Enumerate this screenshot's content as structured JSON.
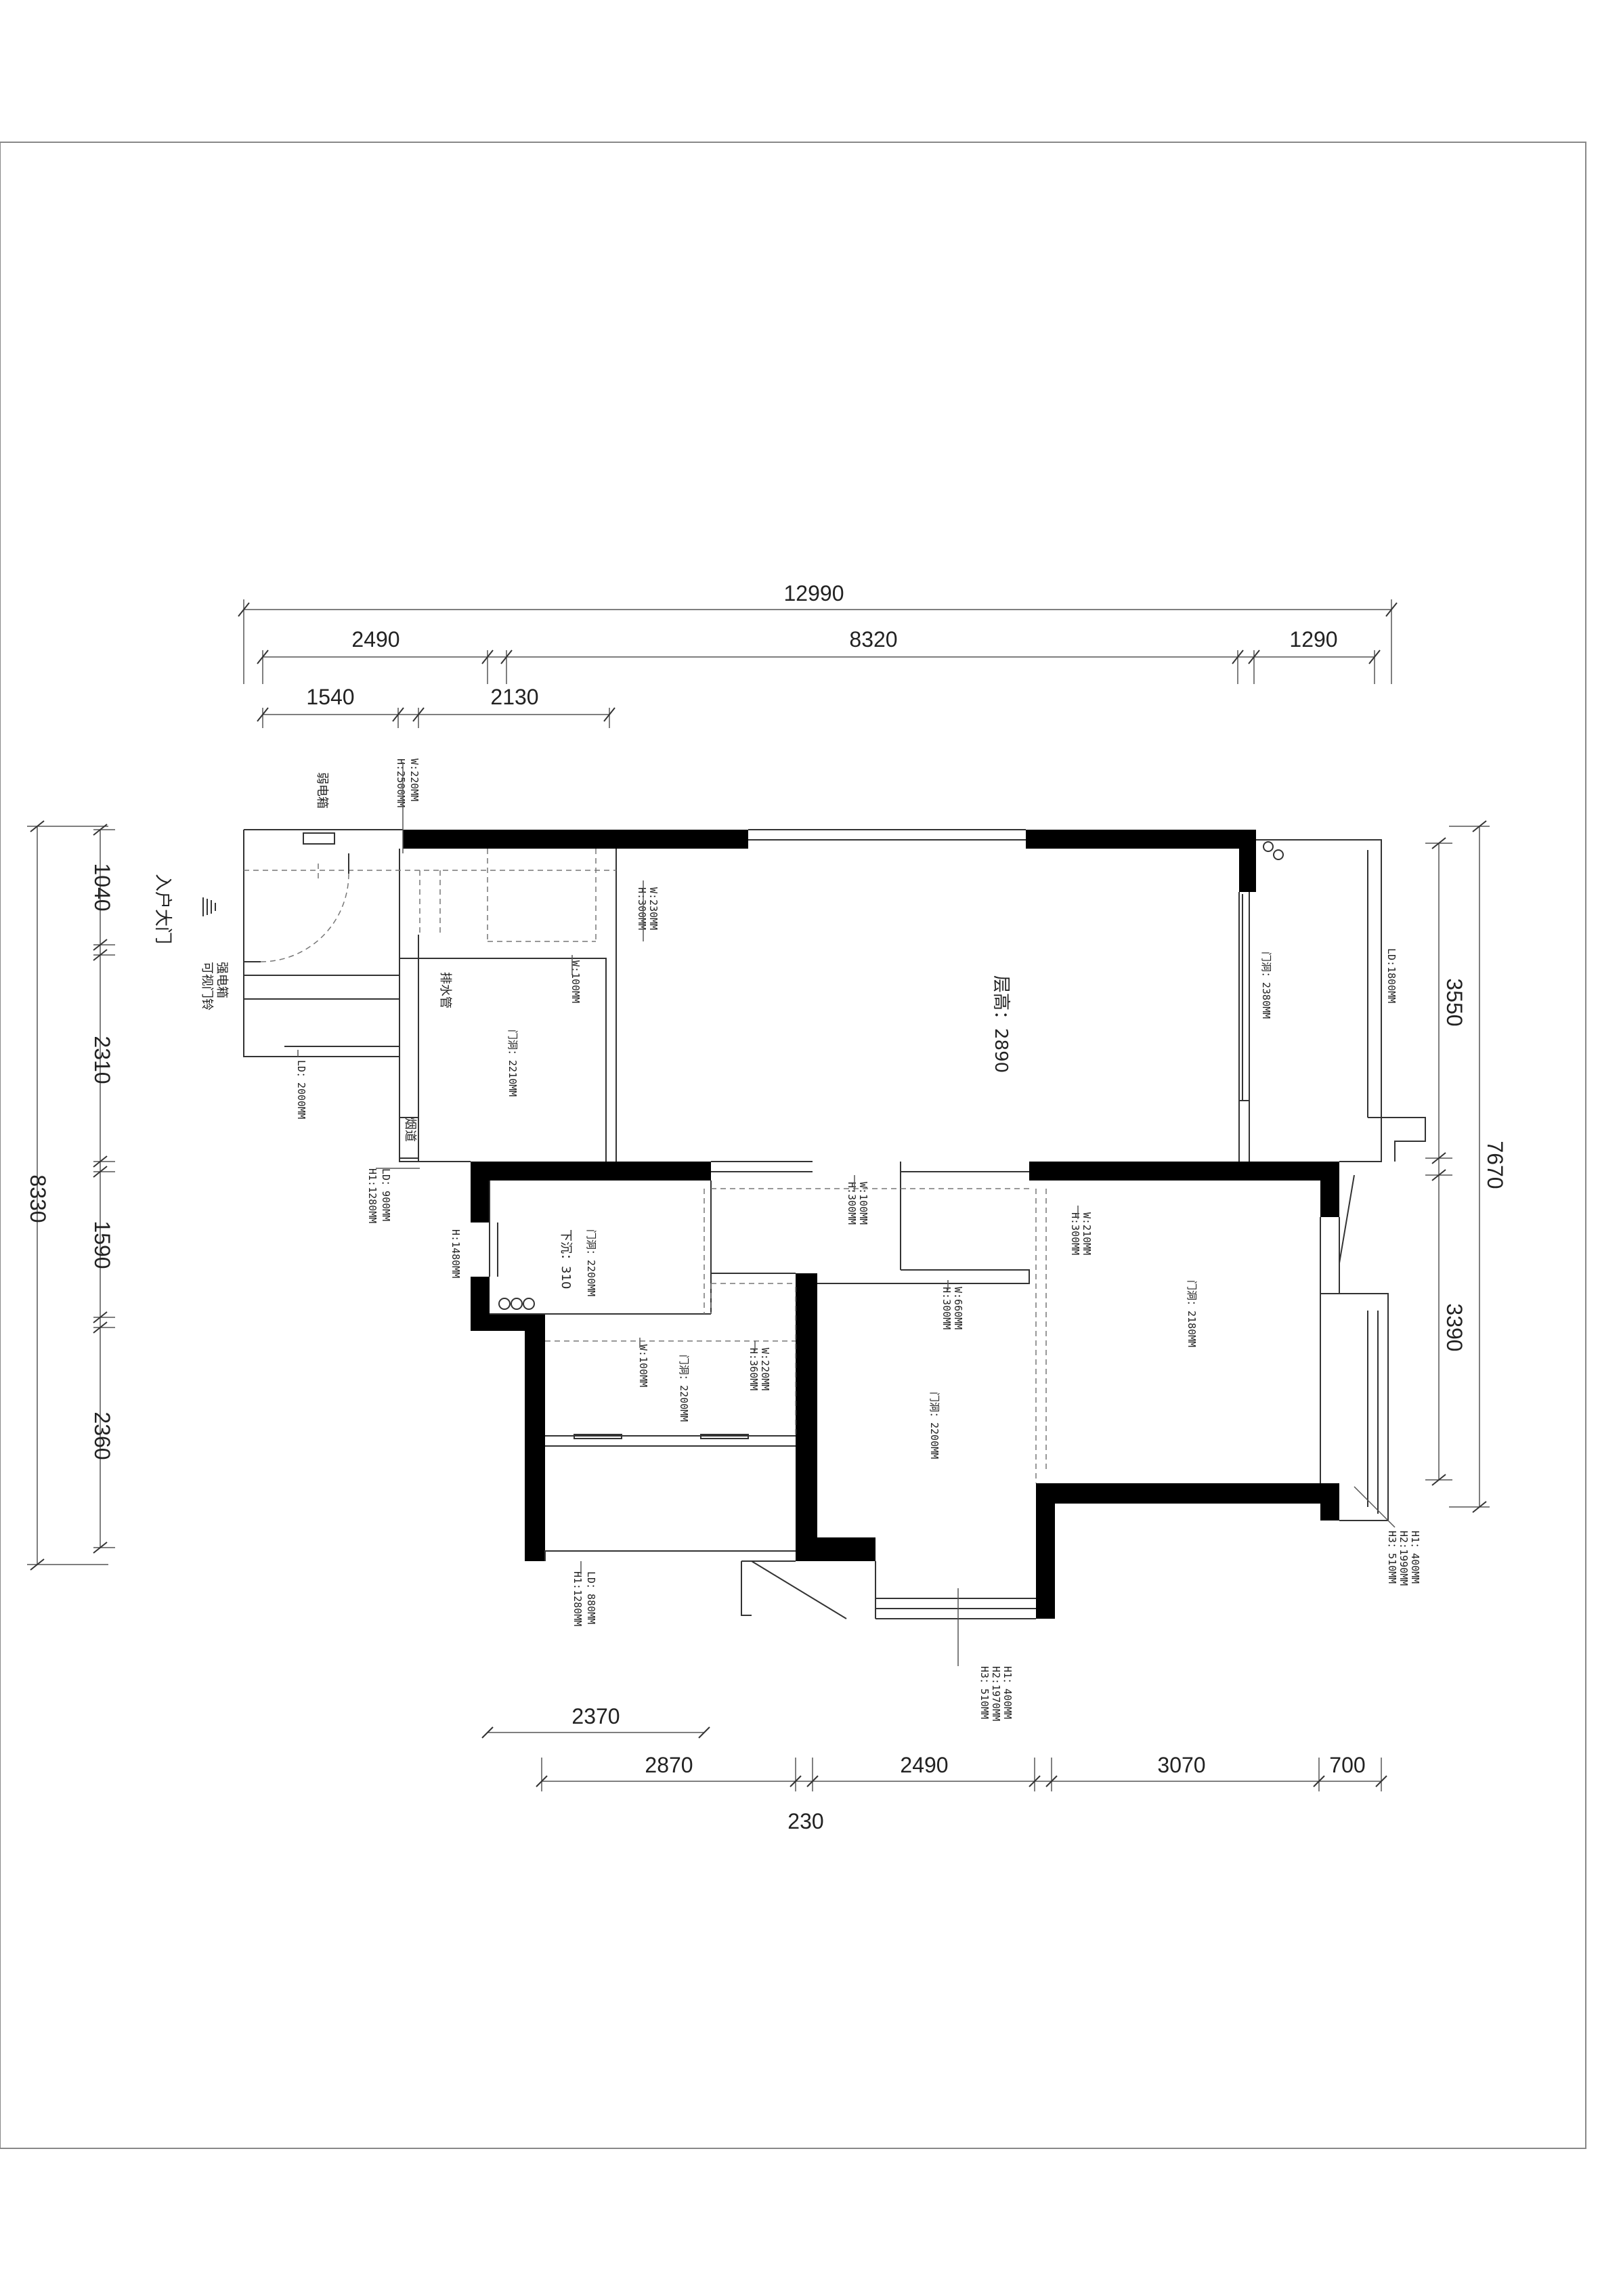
{
  "plan": {
    "dims_top": {
      "overall": "12990",
      "row2": [
        "2490",
        "8320",
        "1290"
      ],
      "row3": [
        "1540",
        "2130"
      ]
    },
    "dims_bottom": {
      "row1": "2370",
      "row2": [
        "2870",
        "2490",
        "3070",
        "700"
      ],
      "row3": "230"
    },
    "dims_left": {
      "overall": "8330",
      "parts": [
        "1040",
        "2310",
        "1590",
        "2360"
      ]
    },
    "dims_right": {
      "overall": "7670",
      "parts": [
        "3550",
        "3390"
      ]
    },
    "labels": {
      "entrance": "入户大门",
      "floor_height": "层高：2890",
      "drain_pipe": "排水管",
      "flue": "烟道",
      "elevator": "弱电箱",
      "power_box": "强电箱",
      "movable": "可视门铃",
      "beam_down": "下沉：310"
    },
    "notes": [
      "W:220MM",
      "H:2500MM",
      "W:230MM",
      "H:300MM",
      "W:100MM",
      "门洞：2210MM",
      "门洞：2380MM",
      "LD:1800MM",
      "LD：2000MM",
      "LD：900MM",
      "H1:1280MM",
      "H:1480MM",
      "门洞：2200MM",
      "W:100MM",
      "H:300MM",
      "W:210MM",
      "H:300MM",
      "门洞：2180MM",
      "W:100MM",
      "门洞：2200MM",
      "W:220MM",
      "H:360MM",
      "W:660MM",
      "H:300MM",
      "门洞：2200MM",
      "LD：880MM",
      "H1:1280MM",
      "H1：400MM",
      "H2:1970MM",
      "H3：510MM",
      "H1：400MM",
      "H2:1990MM",
      "H3：510MM"
    ]
  }
}
